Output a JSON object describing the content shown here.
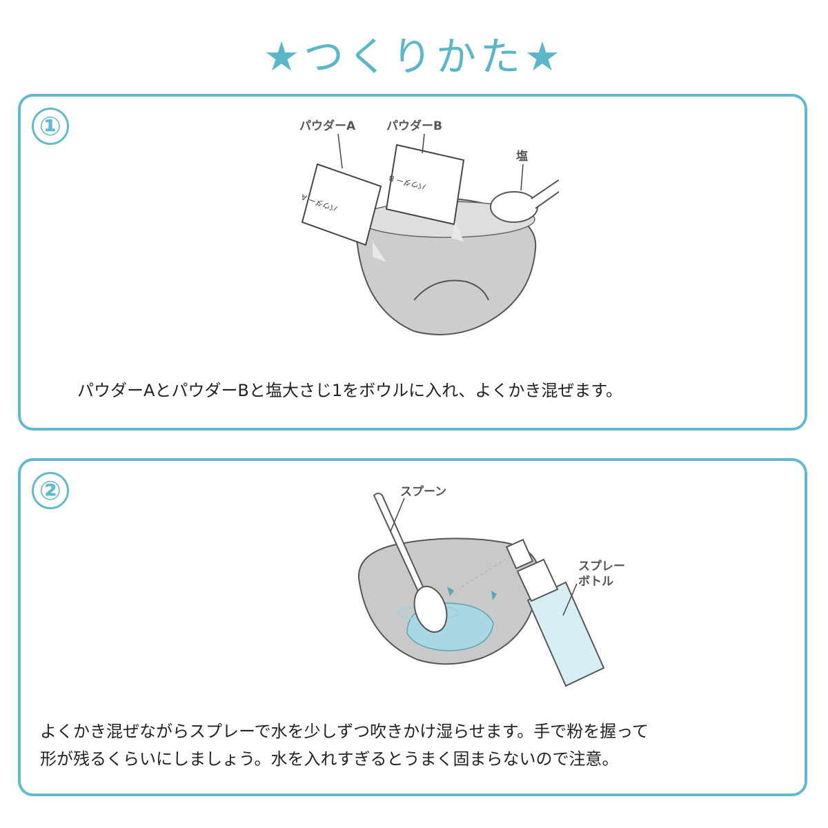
{
  "page": {
    "title": "★つくりかた★"
  },
  "steps": [
    {
      "number": "①",
      "labels": {
        "powder_a": "パウダーA",
        "powder_b": "パウダーB",
        "salt": "塩"
      },
      "caption": "パウダーAとパウダーBと塩大さじ1をボウルに入れ、よくかき混ぜます。"
    },
    {
      "number": "②",
      "labels": {
        "spoon": "スプーン",
        "spray_line1": "スプレー",
        "spray_line2": "ボトル"
      },
      "caption_line1": "よくかき混ぜながらスプレーで水を少しずつ吹きかけ湿らせます。手で粉を握って",
      "caption_line2": "形が残るくらいにしましょう。水を入れすぎるとうまく固まらないので注意。"
    }
  ],
  "colors": {
    "accent": "#62b9cc",
    "bowl": "#cfcfcf",
    "water": "#a9d8e4"
  },
  "icons": [
    "bowl-icon",
    "powder-packet-icon",
    "measuring-spoon-icon",
    "spoon-icon",
    "spray-bottle-icon"
  ]
}
